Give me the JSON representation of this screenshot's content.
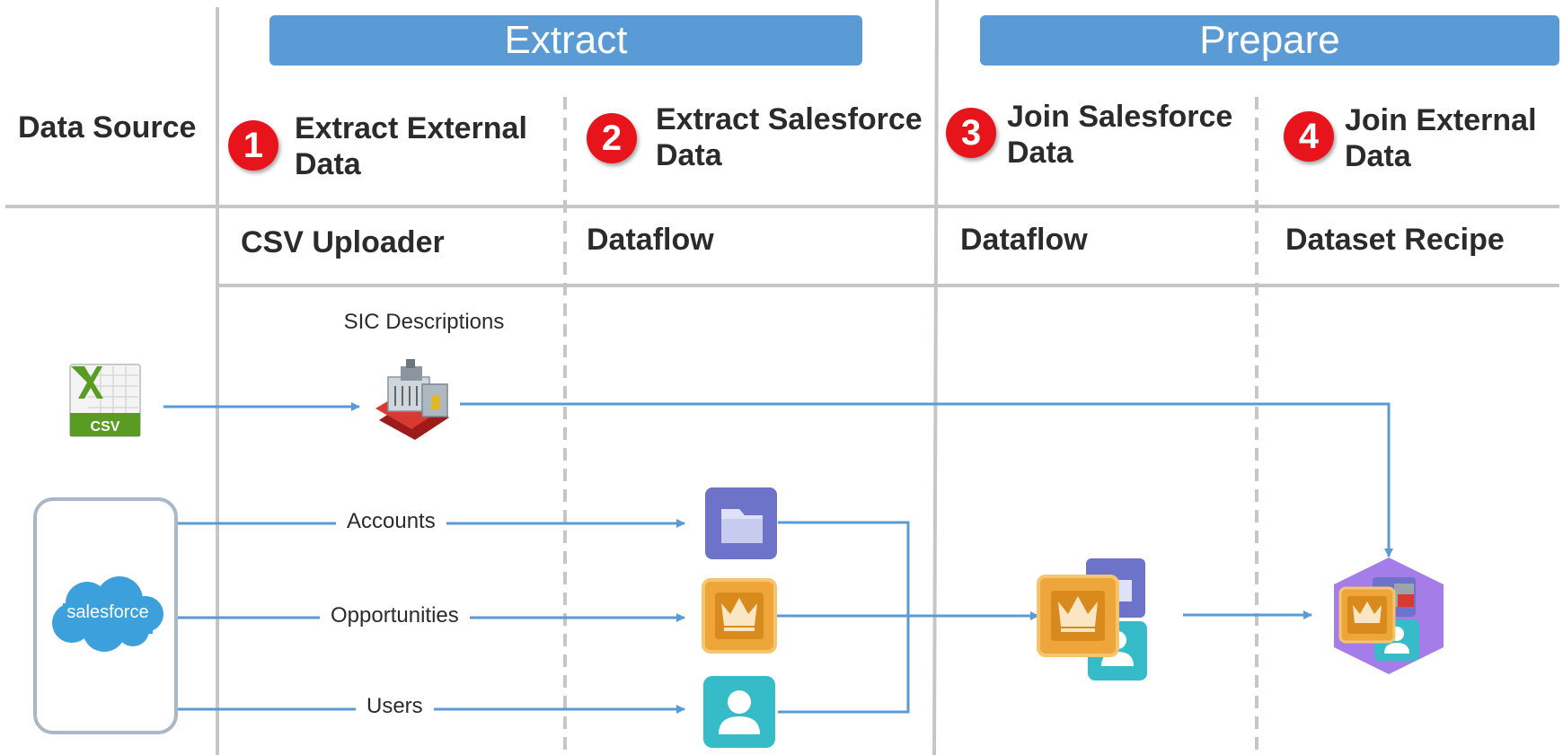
{
  "phases": [
    {
      "label": "Extract"
    },
    {
      "label": "Prepare"
    }
  ],
  "columns": {
    "data_source": {
      "title": "Data Source"
    },
    "steps": [
      {
        "number": "1",
        "title": "Extract  External Data",
        "tool": "CSV Uploader"
      },
      {
        "number": "2",
        "title": "Extract Salesforce Data",
        "tool": "Dataflow"
      },
      {
        "number": "3",
        "title": "Join Salesforce Data",
        "tool": "Dataflow"
      },
      {
        "number": "4",
        "title": "Join External Data",
        "tool": "Dataset Recipe"
      }
    ]
  },
  "sources": {
    "csv_file": {
      "label": "CSV"
    },
    "salesforce": {
      "label": "salesforce"
    }
  },
  "flows": {
    "sic": "SIC Descriptions",
    "accounts": "Accounts",
    "opportunities": "Opportunities",
    "users": "Users"
  },
  "colors": {
    "banner": "#5b9bd5",
    "step_badge": "#e8141b",
    "arrow": "#5b9bd5",
    "accounts_icon": "#6d73c9",
    "opportunities_icon": "#eea53a",
    "users_icon": "#36bcc9",
    "hex_dataset": "#a57de8",
    "salesforce_cloud": "#3ba0dc"
  }
}
